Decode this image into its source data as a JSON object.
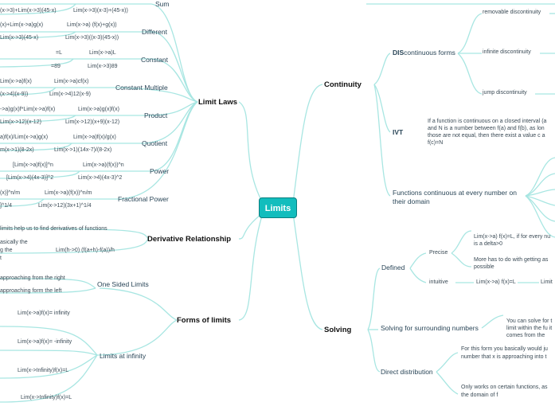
{
  "center": "Limits",
  "main": {
    "limit_laws": "Limit Laws",
    "derivative": "Derivative Relationship",
    "forms": "Forms of limits",
    "continuity": "Continuity",
    "solving": "Solving"
  },
  "laws": {
    "sum": {
      "label": "Sum",
      "a": "(x->3)+Lim(x->3)(45-x)",
      "b": "Lim(x->3)(x-3)+(45-x))"
    },
    "different": {
      "label": "Different",
      "a": "(x)+Lim(x->a)g(x)",
      "b": "Lim(x->a) (f(x)+g(x))",
      "c": "Lim(x->3)(45-x)",
      "d": "Lim(x->3)((x-3)(45-x))"
    },
    "constant": {
      "label": "Constant",
      "a": "=L",
      "b": "Lim(x->a)L",
      "c": "=89",
      "d": "Lim(x->3)89"
    },
    "constant_multiple": {
      "label": "Constant Multiple",
      "a": "Lim(x->a)f(x)",
      "b": "Lim(x->a)cf(x)",
      "c": "(x->4)(x-9))",
      "d": "Lim(x->4)12(x-9)"
    },
    "product": {
      "label": "Product",
      "a": "->a)g(x)f*Lim(x->a)f(x)",
      "b": "Lim(x->a)g(x)f(x)",
      "c": "Lim(x->12)(x-12)",
      "d": "Lim(x->12)(x+9)(x-12)"
    },
    "quotient": {
      "label": "Quotient",
      "a": "a)f(x)/Lim(x->a)g(x)",
      "b": "Lim(x->a)f(x)/g(x)",
      "c": "m(x->1)(8-2x)",
      "d": "Lim(x->1)(14x-7)/(8-2x)"
    },
    "power": {
      "label": "Power",
      "a": "[Lim(x->a)f(x)]^n",
      "b": "Lim(x->a)(f(x))^n",
      "c": "[Lim(x->4)(4x-3)]^2",
      "d": "Lim(x->4)(4x-3)^2"
    },
    "fractional_power": {
      "label": "Fractional Power",
      "a": "(x)]^n/m",
      "b": "Lim(x->a)(f(x))^n/m",
      "c": "]^1/4",
      "d": "Lim(x->12)(3x+1)^1/4"
    }
  },
  "derivative": {
    "a": "limits help us to find derivatives of functions",
    "b": "asically the",
    "c": "g the",
    "d": "t",
    "formula": "Lim(h->0) (f(a+h)-f(a))/h"
  },
  "forms": {
    "one_sided": "One Sided Limits",
    "right": "approaching from the right",
    "left": "approaching form the left",
    "at_infinity": "Limits at infinity",
    "i1": "Lim(x->a)f(x)= infinity",
    "i2": "Lim(x->a)f(x)= -infinity",
    "i3": "Lim(x->Infinity)f(x)=L",
    "i4": "Lim(x->Infinity)f(x)=L"
  },
  "continuity": {
    "dis_bold": "DIS",
    "dis_rest": "continuous forms",
    "removable": "removable discontinuity",
    "infinite": "infinite discontinuity",
    "jump": "jump discontinuity",
    "ivt": "IVT",
    "ivt_text": "If a function is continuous on a closed interval (a and N is a number between f(a) and f(b), as lon those are not equal, then there exist a value c a f(c)=N",
    "every_number": "Functions continuous at every number on their domain"
  },
  "solving": {
    "defined": "Defined",
    "precise": "Precise",
    "precise_a": "Lim(x->a) f(x)=L, if for every nu is a delta>0",
    "precise_b": "More has to do with getting as possible",
    "intuitive": "intuitive",
    "intuitive_a": "Lim(x->a) f(x)=L",
    "intuitive_b": "Limit",
    "surrounding": "Solving for surrounding numbers",
    "surrounding_text": "You can solve for t limit within the fu it comes from the",
    "direct": "Direct distribution",
    "direct_a": "For this form you basically would ju number that x is approaching into t",
    "direct_b": "Only works on certain functions, as the domain of f"
  },
  "colors": {
    "link": "#a8e6e2",
    "accent": "#12bdbd",
    "accent_border": "#0a7f80"
  }
}
